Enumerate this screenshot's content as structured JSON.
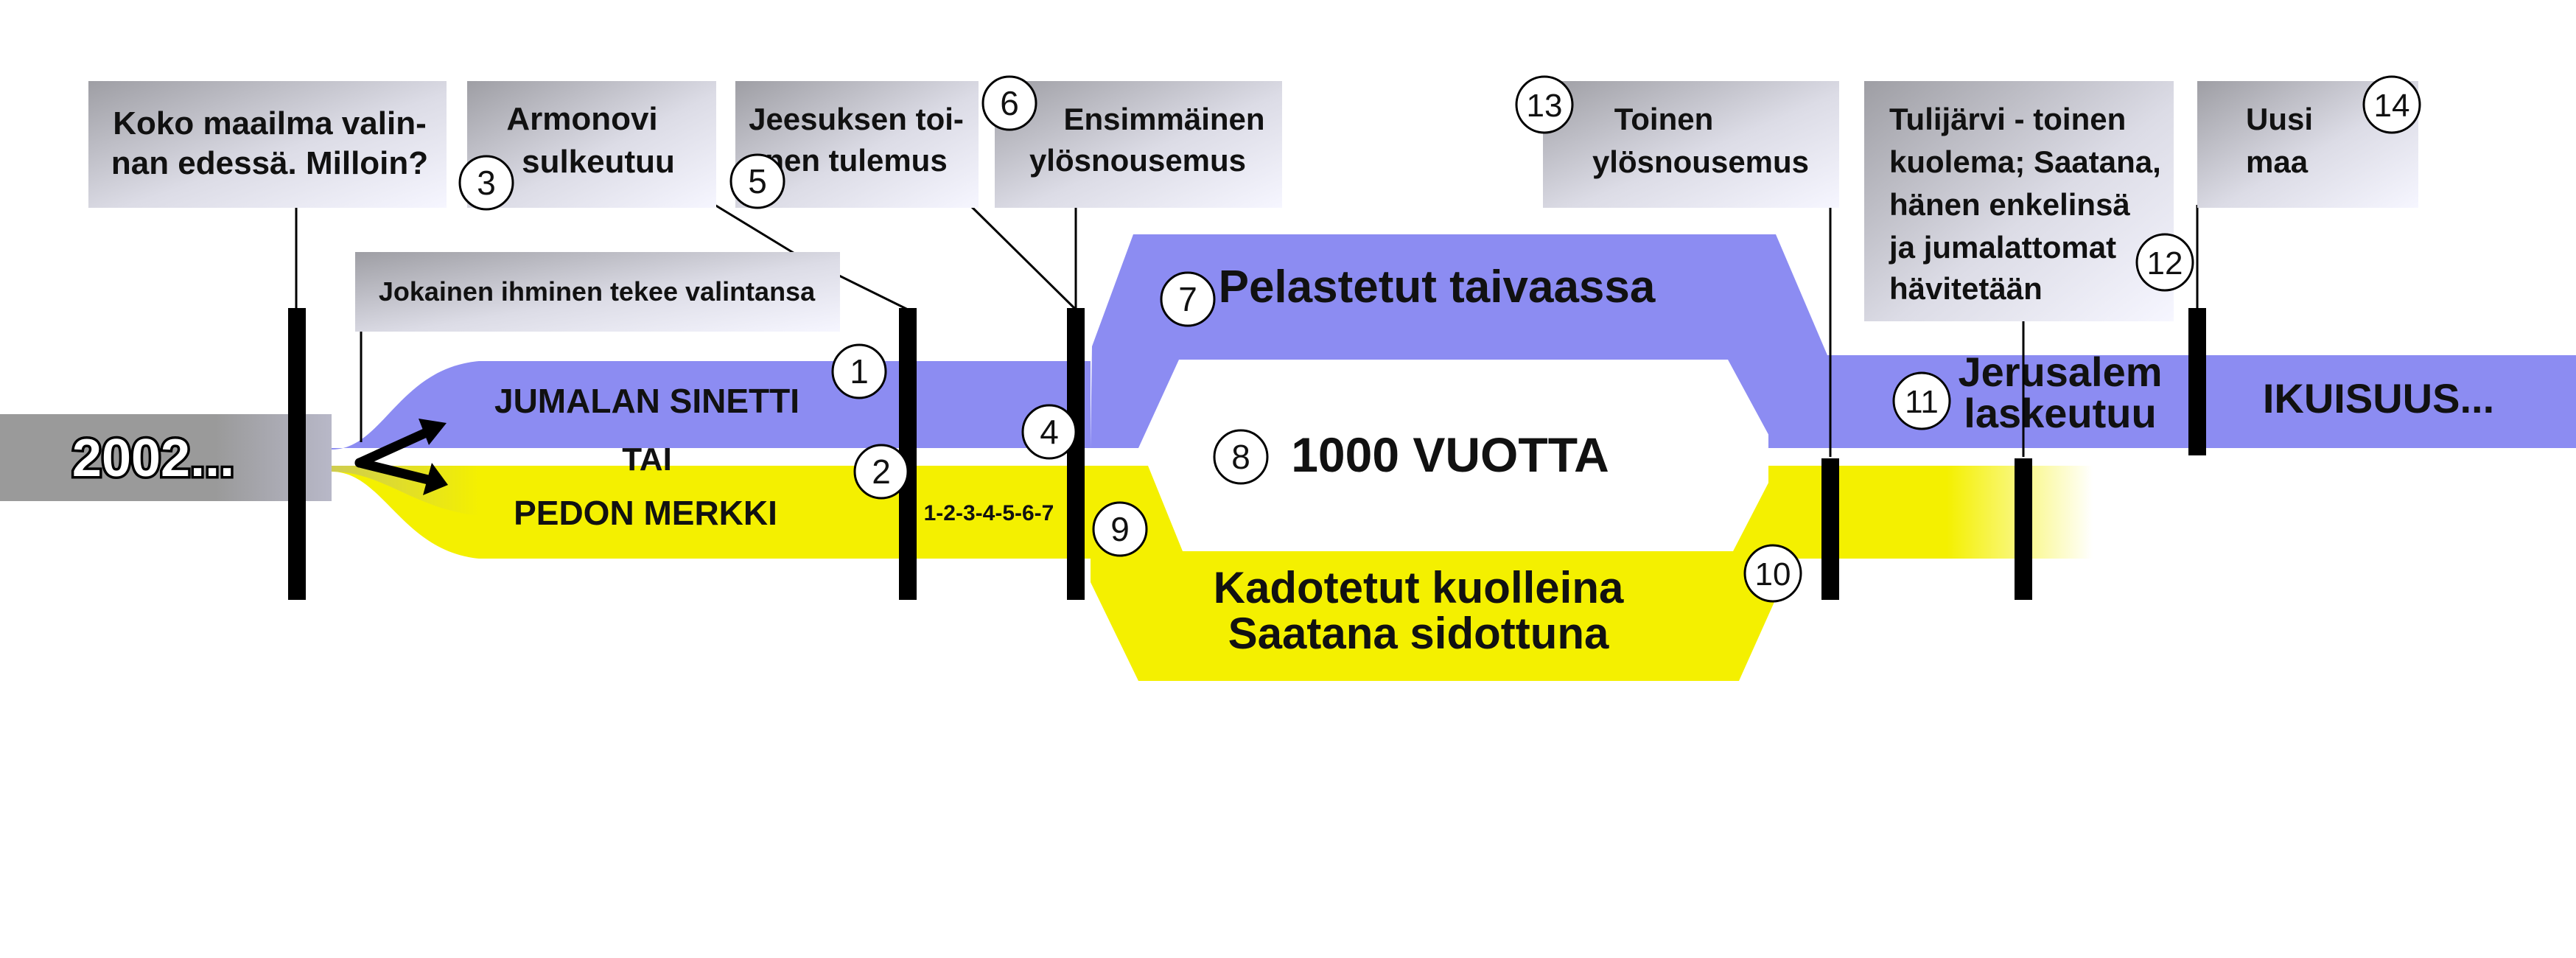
{
  "colors": {
    "blue": "#8c8cf2",
    "yellow": "#f4f000",
    "gray": "#9a9a9a",
    "bar": "#000000",
    "box_dark": "#a0a0a6",
    "box_light": "#f4f4ff"
  },
  "start_label": "2002...",
  "captions": {
    "koko": [
      "Koko maailma valin-",
      "nan edessä. Milloin?"
    ],
    "armonovi": [
      "Armonovi",
      "sulkeutuu"
    ],
    "jeesus": [
      "Jeesuksen toi-",
      "nen tulemus"
    ],
    "ensimmainen": [
      "Ensimmäinen",
      "ylösnousemus"
    ],
    "jokainen": [
      "Jokainen ihminen tekee valintansa"
    ],
    "toinen": [
      "Toinen",
      "ylösnousemus"
    ],
    "tulijarvi": [
      "Tulijärvi - toinen",
      "kuolema; Saatana,",
      "hänen enkelinsä",
      "ja jumalattomat",
      "hävitetään"
    ],
    "uusi": [
      "Uusi",
      "maa"
    ]
  },
  "band_labels": {
    "sinetti": "JUMALAN SINETTI",
    "tai": "TAI",
    "merkki": "PEDON MERKKI",
    "sequence": "1-2-3-4-5-6-7",
    "taivaassa": "Pelastetut taivaassa",
    "vuotta": "1000 VUOTTA",
    "kadotetut": [
      "Kadotetut kuolleina",
      "Saatana sidottuna"
    ],
    "jerusalem": [
      "Jerusalem",
      "laskeutuu"
    ],
    "ikuisuus": "IKUISUUS..."
  },
  "numbers": [
    "1",
    "2",
    "3",
    "4",
    "5",
    "6",
    "7",
    "8",
    "9",
    "10",
    "11",
    "12",
    "13",
    "14"
  ]
}
